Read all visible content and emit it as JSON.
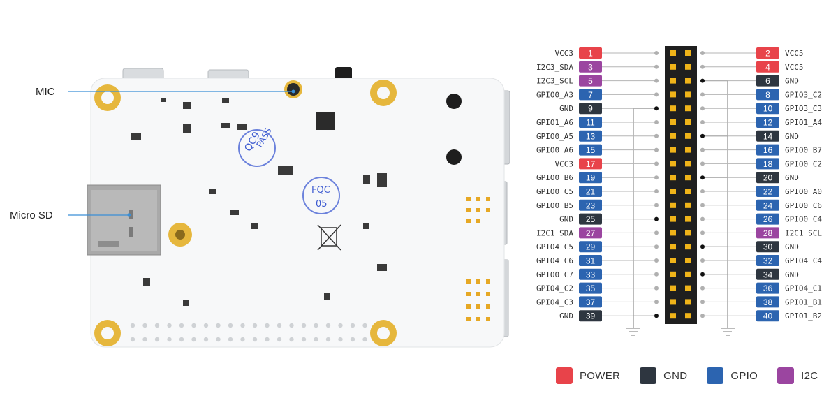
{
  "callouts": {
    "mic": "MIC",
    "micro_sd": "Micro SD"
  },
  "board_marks": {
    "qc_stamp_1": "QC9",
    "qc_stamp_2": "PASS",
    "fqc_stamp_1": "FQC",
    "fqc_stamp_2": "05"
  },
  "colors": {
    "power": "#e8434a",
    "gnd": "#2e3640",
    "gpio": "#2c64b0",
    "i2c": "#9b45a0"
  },
  "pins_left": [
    {
      "num": "1",
      "label": "VCC3",
      "type": "power"
    },
    {
      "num": "3",
      "label": "I2C3_SDA",
      "type": "i2c"
    },
    {
      "num": "5",
      "label": "I2C3_SCL",
      "type": "i2c"
    },
    {
      "num": "7",
      "label": "GPIO0_A3",
      "type": "gpio"
    },
    {
      "num": "9",
      "label": "GND",
      "type": "gnd"
    },
    {
      "num": "11",
      "label": "GPIO1_A6",
      "type": "gpio"
    },
    {
      "num": "13",
      "label": "GPIO0_A5",
      "type": "gpio"
    },
    {
      "num": "15",
      "label": "GPIO0_A6",
      "type": "gpio"
    },
    {
      "num": "17",
      "label": "VCC3",
      "type": "power"
    },
    {
      "num": "19",
      "label": "GPIO0_B6",
      "type": "gpio"
    },
    {
      "num": "21",
      "label": "GPIO0_C5",
      "type": "gpio"
    },
    {
      "num": "23",
      "label": "GPIO0_B5",
      "type": "gpio"
    },
    {
      "num": "25",
      "label": "GND",
      "type": "gnd"
    },
    {
      "num": "27",
      "label": "I2C1_SDA",
      "type": "i2c"
    },
    {
      "num": "29",
      "label": "GPIO4_C5",
      "type": "gpio"
    },
    {
      "num": "31",
      "label": "GPIO4_C6",
      "type": "gpio"
    },
    {
      "num": "33",
      "label": "GPIO0_C7",
      "type": "gpio"
    },
    {
      "num": "35",
      "label": "GPIO4_C2",
      "type": "gpio"
    },
    {
      "num": "37",
      "label": "GPIO4_C3",
      "type": "gpio"
    },
    {
      "num": "39",
      "label": "GND",
      "type": "gnd"
    }
  ],
  "pins_right": [
    {
      "num": "2",
      "label": "VCC5",
      "type": "power"
    },
    {
      "num": "4",
      "label": "VCC5",
      "type": "power"
    },
    {
      "num": "6",
      "label": "GND",
      "type": "gnd"
    },
    {
      "num": "8",
      "label": "GPIO3_C2",
      "type": "gpio"
    },
    {
      "num": "10",
      "label": "GPIO3_C3",
      "type": "gpio"
    },
    {
      "num": "12",
      "label": "GPIO1_A4",
      "type": "gpio"
    },
    {
      "num": "14",
      "label": "GND",
      "type": "gnd"
    },
    {
      "num": "16",
      "label": "GPIO0_B7",
      "type": "gpio"
    },
    {
      "num": "18",
      "label": "GPIO0_C2",
      "type": "gpio"
    },
    {
      "num": "20",
      "label": "GND",
      "type": "gnd"
    },
    {
      "num": "22",
      "label": "GPIO0_A0",
      "type": "gpio"
    },
    {
      "num": "24",
      "label": "GPIO0_C6",
      "type": "gpio"
    },
    {
      "num": "26",
      "label": "GPIO0_C4",
      "type": "gpio"
    },
    {
      "num": "28",
      "label": "I2C1_SCL",
      "type": "i2c"
    },
    {
      "num": "30",
      "label": "GND",
      "type": "gnd"
    },
    {
      "num": "32",
      "label": "GPIO4_C4",
      "type": "gpio"
    },
    {
      "num": "34",
      "label": "GND",
      "type": "gnd"
    },
    {
      "num": "36",
      "label": "GPIO4_C1",
      "type": "gpio"
    },
    {
      "num": "38",
      "label": "GPIO1_B1",
      "type": "gpio"
    },
    {
      "num": "40",
      "label": "GPIO1_B2",
      "type": "gpio"
    }
  ],
  "legend": [
    {
      "label": "POWER",
      "type": "power"
    },
    {
      "label": "GND",
      "type": "gnd"
    },
    {
      "label": "GPIO",
      "type": "gpio"
    },
    {
      "label": "I2C",
      "type": "i2c"
    }
  ]
}
